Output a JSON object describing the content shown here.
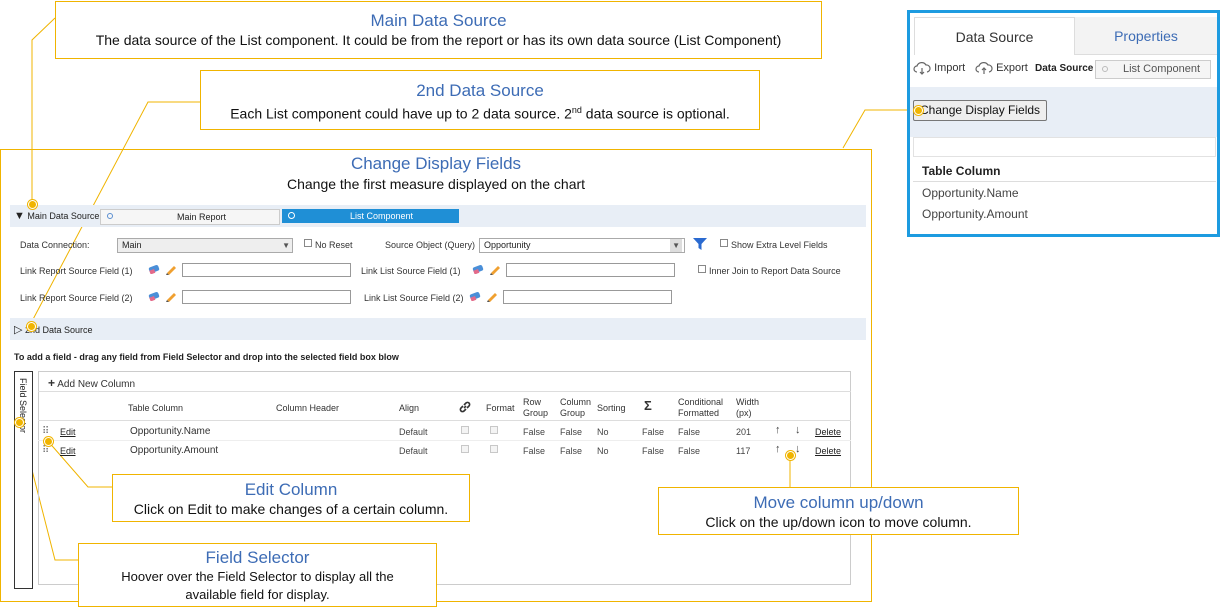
{
  "callouts": {
    "main": {
      "title": "Main Data Source",
      "body": "The data source of the List component.  It could be from  the report  or has its own data source (List Component)"
    },
    "second": {
      "title": "2nd Data Source",
      "body_pre": "Each List component  could have up to 2 data source. 2",
      "body_sup": "nd",
      "body_post": " data source is optional."
    },
    "display": {
      "title": "Change Display Fields",
      "body": "Change the first measure displayed on the chart"
    },
    "edit": {
      "title": "Edit Column",
      "body": "Click on Edit to make changes of a certain column."
    },
    "move": {
      "title": "Move column up/down",
      "body": "Click on the up/down  icon to move column."
    },
    "selector": {
      "title": "Field Selector",
      "body": "Hoover over the Field Selector to display all the available field for display."
    }
  },
  "panel": {
    "tabs": [
      "Data Source",
      "Properties"
    ],
    "import_label": "Import",
    "export_label": "Export",
    "ds_label": "Data Source",
    "ds_value": "List Component",
    "change_btn": "Change Display Fields",
    "col_header": "Table Column",
    "rows": [
      "Opportunity.Name",
      "Opportunity.Amount"
    ]
  },
  "editor": {
    "main_ds_label": "Main Data Source",
    "radio_main": "Main Report",
    "radio_list": "List Component",
    "data_connection_label": "Data Connection:",
    "data_connection_value": "Main",
    "no_reset": "No Reset",
    "source_object_label": "Source Object (Query)",
    "source_object_value": "Opportunity",
    "show_extra": "Show Extra Level Fields",
    "link_report_1": "Link Report Source Field (1)",
    "link_list_1": "Link List Source Field (1)",
    "inner_join": "Inner Join to Report Data Source",
    "link_report_2": "Link Report Source Field (2)",
    "link_list_2": "Link List Source Field (2)",
    "second_ds_label": "2nd Data Source",
    "instruction": "To add a field - drag any field from Field Selector and drop into the selected field box blow",
    "field_selector_tab": "Field Selector",
    "add_new_column": "Add New Column",
    "headers": {
      "table_column": "Table Column",
      "column_header": "Column Header",
      "align": "Align",
      "format": "Format",
      "row_group": "Row Group",
      "column_group": "Column Group",
      "sorting": "Sorting",
      "sigma": "Σ",
      "conditional": "Conditional Formatted",
      "width": "Width (px)"
    },
    "rows": [
      {
        "edit": "Edit",
        "table_column": "Opportunity.Name",
        "align": "Default",
        "row_group": "False",
        "column_group": "False",
        "sorting": "No",
        "sum": "False",
        "conditional": "False",
        "width": "201",
        "delete": "Delete"
      },
      {
        "edit": "Edit",
        "table_column": "Opportunity.Amount",
        "align": "Default",
        "row_group": "False",
        "column_group": "False",
        "sorting": "No",
        "sum": "False",
        "conditional": "False",
        "width": "117",
        "delete": "Delete"
      }
    ]
  },
  "colors": {
    "callout_border": "#f0b400",
    "title_blue": "#3d6cb5",
    "radio_active": "#1f8fd6",
    "panel_border": "#1d9be0"
  }
}
